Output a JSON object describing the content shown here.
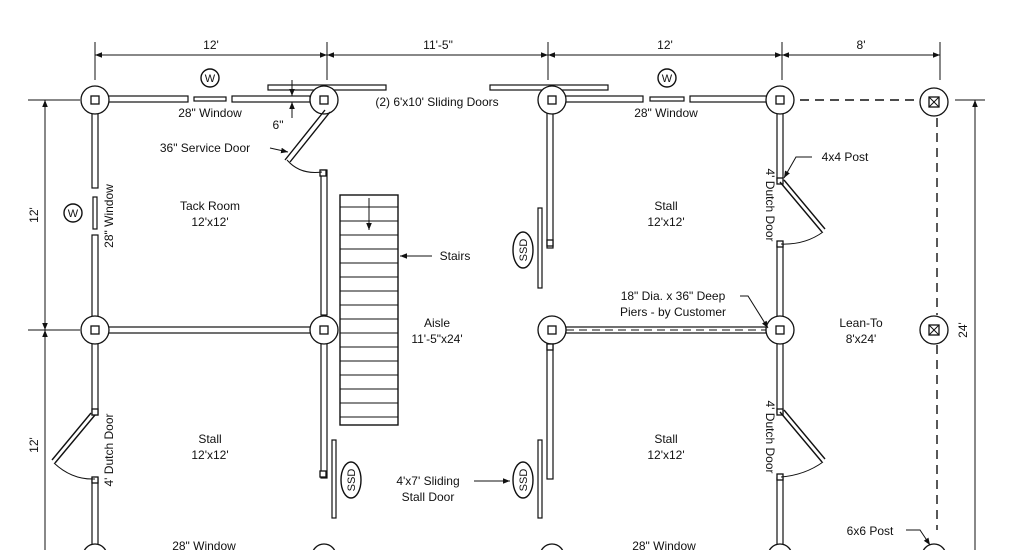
{
  "dimensions": {
    "top": [
      "12'",
      "11'-5\"",
      "12'",
      "8'"
    ],
    "left": [
      "12'",
      "12'"
    ],
    "right": "24'",
    "door_offset": "6\""
  },
  "rooms": {
    "tack_room": {
      "name": "Tack Room",
      "size": "12'x12'"
    },
    "stall_nw": {
      "name": "Stall",
      "size": "12'x12'"
    },
    "stall_sw": {
      "name": "Stall",
      "size": "12'x12'"
    },
    "stall_se": {
      "name": "Stall",
      "size": "12'x12'"
    },
    "aisle": {
      "name": "Aisle",
      "size": "11'-5\"x24'"
    },
    "lean_to": {
      "name": "Lean-To",
      "size": "8'x24'"
    }
  },
  "labels": {
    "window_28": "28\" Window",
    "window_w": "W",
    "sliding_doors": "(2) 6'x10' Sliding Doors",
    "service_door": "36\" Service Door",
    "stairs": "Stairs",
    "ssd": "SSD",
    "dutch_door": "4' Dutch Door",
    "post_4x4": "4x4 Post",
    "post_6x6": "6x6 Post",
    "piers_line1": "18\" Dia. x 36\" Deep",
    "piers_line2": "Piers - by Customer",
    "stall_door_line1": "4'x7' Sliding",
    "stall_door_line2": "Stall Door"
  }
}
